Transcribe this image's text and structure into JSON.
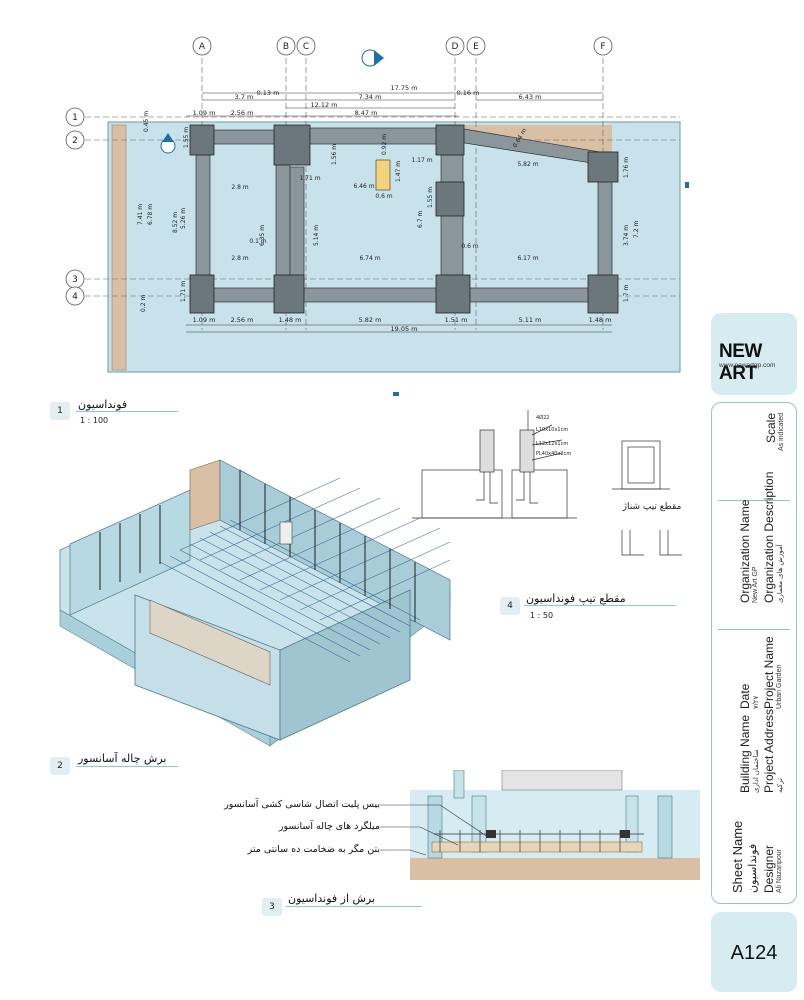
{
  "plan": {
    "grid_labels": [
      "A",
      "B",
      "C",
      "D",
      "E",
      "F"
    ],
    "row_labels": [
      "1",
      "2",
      "3",
      "4"
    ],
    "top_dims": {
      "overall": "17.75 m",
      "ab": "0.13 m",
      "de": "0.16 m",
      "a_to_b": "3.7 m",
      "b_to_d": "7.34 m",
      "e_to_f": "6.43 m",
      "b_to_d2": "12.12 m"
    },
    "inner_top_dims": [
      "1.09 m",
      "2.56 m",
      "8.47 m"
    ],
    "bottom_dims": [
      "1.09 m",
      "2.56 m",
      "1.48 m",
      "5.82 m",
      "1.51 m",
      "5.11 m",
      "1.48 m"
    ],
    "bottom_overall": "19.05 m",
    "left_dims": [
      "0.45 m",
      "7.41 m",
      "6.78 m",
      "8.52 m",
      "5.26 m",
      "0.2 m",
      "1.55 m",
      "1.71 m"
    ],
    "right_dims": [
      "1.76 m",
      "3.74 m",
      "7.2 m",
      "1.7 m"
    ],
    "interior_dims": [
      "2.8 m",
      "2.8 m",
      "6.35 m",
      "0.1 m",
      "1.71 m",
      "5.14 m",
      "6.74 m",
      "6.46 m",
      "0.92 m",
      "1.56 m",
      "1.47 m",
      "0.6 m",
      "1.17 m",
      "1.55 m",
      "6.7 m",
      "0.6 m",
      "6.17 m",
      "5.82 m",
      "0.64 m"
    ]
  },
  "views": [
    {
      "number": "1",
      "title": "فونداسیون",
      "scale": "1 : 100"
    },
    {
      "number": "2",
      "title": "برش چاله آسانسور"
    },
    {
      "number": "3",
      "title": "برش از فونداسیون"
    },
    {
      "number": "4",
      "title": "مقطع تیپ فونداسیون",
      "scale": "1 : 50"
    }
  ],
  "detail": {
    "labels": [
      "4Ø22",
      "L10x10x1cm",
      "L12x12x1cm",
      "PL40x40x2cm"
    ],
    "section_caption": "مقطع تیپ شناژ"
  },
  "section_notes": [
    "بیس پلیت اتصال شاسی کشی آسانسور",
    "میلگرد های چاله آسانسور",
    "بتن مگر به ضخامت ده سانتی متر"
  ],
  "title_block": {
    "logo": "NEW ART",
    "url": "www.newartgp.com",
    "scale_label": "Scale",
    "scale_value": "As indicated",
    "org_name_label": "Organization Name",
    "org_name_value": "New Art GP",
    "org_desc_label": "Organization Description",
    "org_desc_value": "آموزش های معماری",
    "date_label": "Date",
    "date_value": "۷/۲۷",
    "project_name_label": "Project Name",
    "project_name_value": "Urban Garden",
    "building_name_label": "Building Name",
    "building_name_value": "ساختمان اداری",
    "project_address_label": "Project Address",
    "project_address_value": "ترکیه",
    "sheet_name_label": "Sheet Name",
    "sheet_name_value": "فونداسیون",
    "designer_label": "Designer",
    "designer_value": "Ali Nazaripour",
    "sheet_number": "A124"
  },
  "colors": {
    "accent": "#8fc6d3",
    "panel": "#d6ecf1",
    "plan_fill": "#c7e2ea",
    "soil": "#d9bfa4"
  }
}
